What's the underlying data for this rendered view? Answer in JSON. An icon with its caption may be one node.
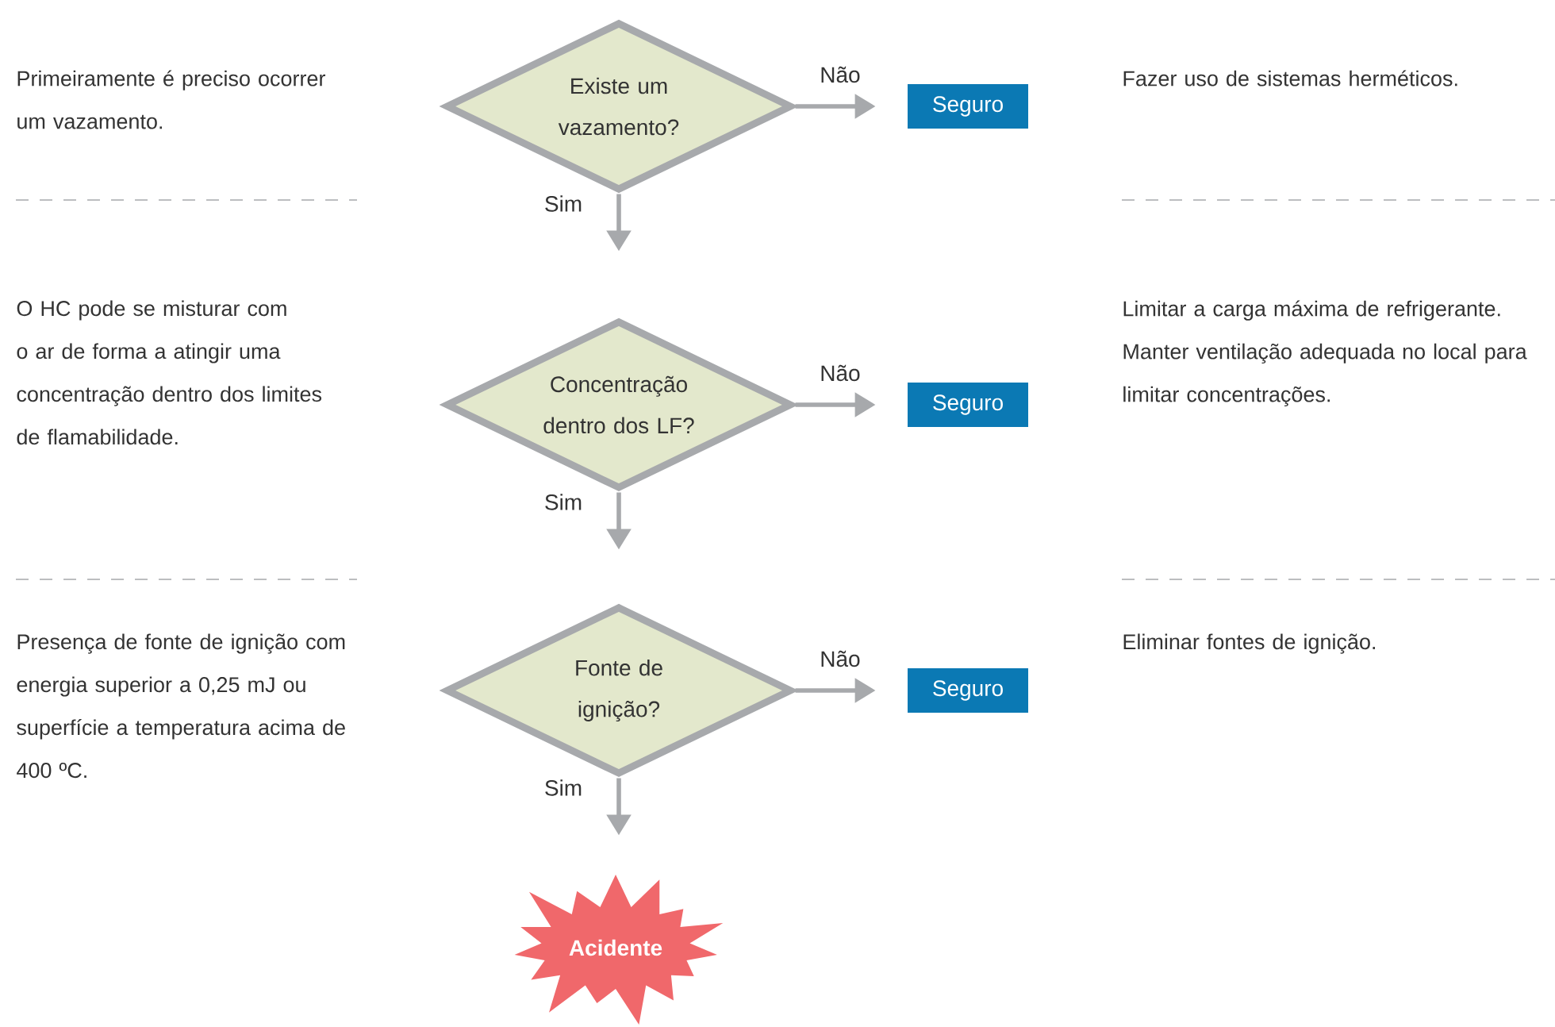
{
  "diagram": {
    "nodes": [
      {
        "text": [
          "Existe um vazamento?"
        ]
      },
      {
        "text": [
          "Seguro"
        ]
      },
      {
        "text": [
          "Concentração dentro dos LF?"
        ]
      },
      {
        "text": [
          "Seguro"
        ]
      },
      {
        "text": [
          "Fonte de ignição?"
        ]
      },
      {
        "text": [
          "Seguro"
        ]
      },
      {
        "text": [
          "Acidente"
        ]
      }
    ],
    "edges": [
      {
        "from": 0,
        "to": 1,
        "arrow": "to",
        "label": "Não"
      },
      {
        "from": 0,
        "to": null,
        "arrow": "to",
        "label": "Sim"
      },
      {
        "from": 2,
        "to": 3,
        "arrow": "to",
        "label": "Não"
      },
      {
        "from": 2,
        "to": null,
        "arrow": "to",
        "label": "Sim"
      },
      {
        "from": 4,
        "to": 5,
        "arrow": "to",
        "label": "Não"
      },
      {
        "from": 4,
        "to": null,
        "arrow": "to",
        "label": "Sim"
      }
    ],
    "labels": [
      "Primeiramente é preciso ocorrer um vazamento.",
      "Fazer uso de sistemas herméticos.",
      "O HC pode se misturar com o ar de forma a atingir uma concentração dentro dos limites de flamabilidade.",
      "Limitar a carga máxima de refrigerante. Manter ventilação adequada no local para limitar concentrações.",
      "Presença de fonte de ignição com energia superior a 0,25 mJ ou superfície a temperatura acima de 400 ºC.",
      "Eliminar fontes de ignição."
    ]
  }
}
